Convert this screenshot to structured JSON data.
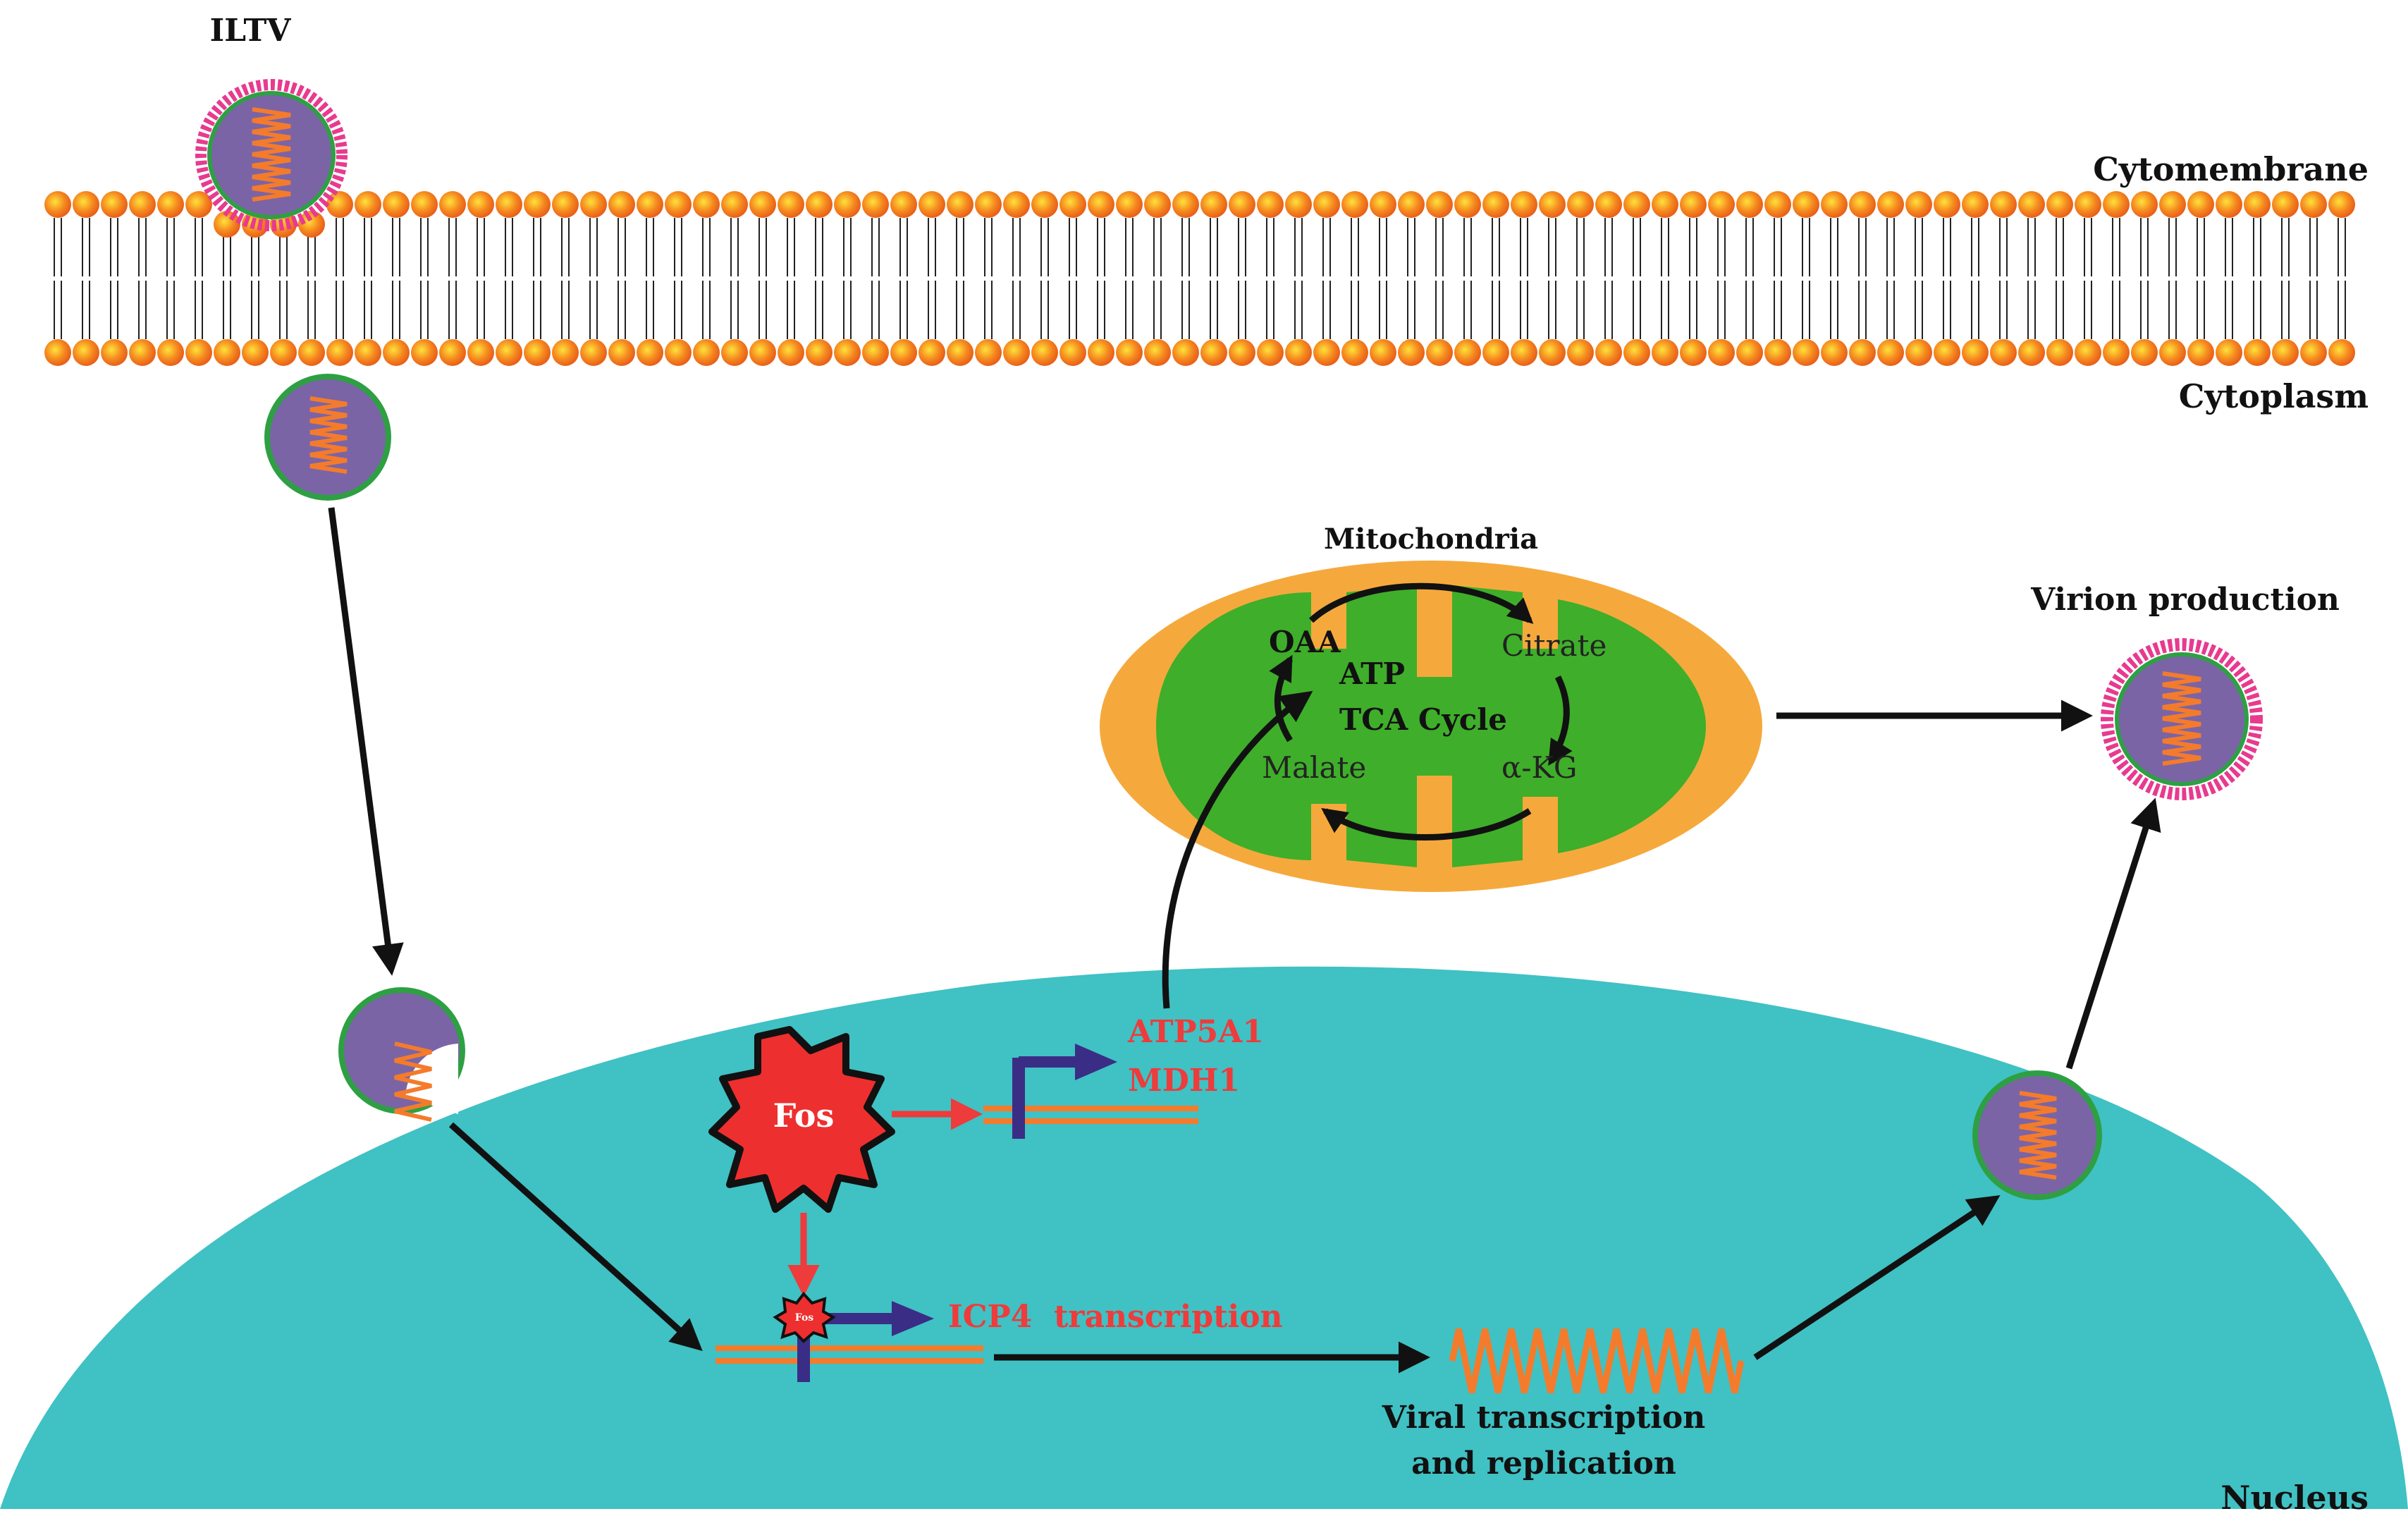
{
  "labels": {
    "virus": "ILTV",
    "cytomembrane": "Cytomembrane",
    "cytoplasm": "Cytoplasm",
    "mitochondria": "Mitochondria",
    "virion_production": "Virion production",
    "nucleus": "Nucleus",
    "atp5a1": "ATP5A1",
    "mdh1": "MDH1",
    "icp4": "ICP4  transcription",
    "viral_transcription_line1": "Viral transcription",
    "viral_transcription_line2": "and replication"
  },
  "fos": {
    "large_label": "Fos",
    "small_label": "Fos"
  },
  "tca_cycle": {
    "center_label": "TCA Cycle",
    "atp": "ATP",
    "oaa": "OAA",
    "citrate": "Citrate",
    "malate": "Malate",
    "akg": "α-KG"
  },
  "colors": {
    "membrane_head": "#f5891f",
    "virus_core": "#7a64a6",
    "virus_rim_green": "#2ea043",
    "virus_envelope": "#e83a8f",
    "genome": "#f47b2c",
    "nucleus": "#40c1c4",
    "mito_outer": "#f5a93c",
    "mito_inner": "#3fae2a",
    "fos": "#ee2f2f",
    "promoter": "#3a2d86",
    "dna_orange": "#f47b2c",
    "red_arrow": "#ee3b3b"
  }
}
